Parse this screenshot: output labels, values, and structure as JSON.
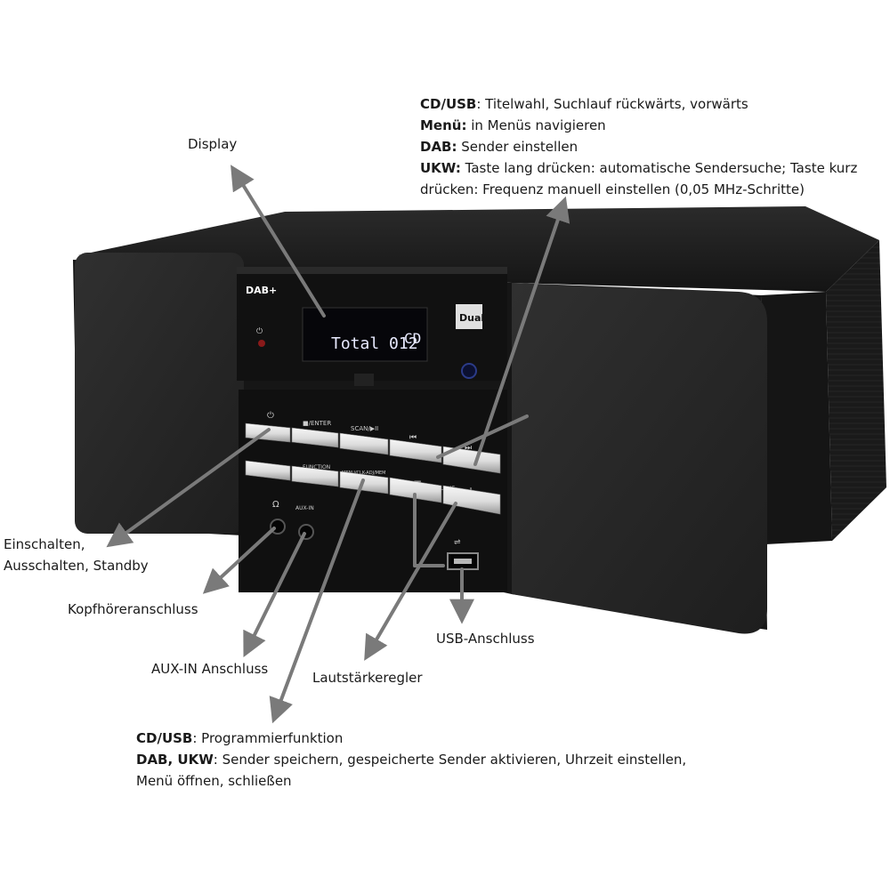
{
  "device": {
    "display_text": "Total 012",
    "display_mode": "CD",
    "brand": "Dual",
    "dab_logo": "DAB+",
    "button_labels": {
      "enter": "■/ENTER",
      "scan": "SCAN/▶II",
      "prev": "⏮",
      "next": "⏭",
      "function": "FUNCTION",
      "menu": "MENU/CLK-ADJ/MEM",
      "minus": "−",
      "volume": "VOLUME",
      "plus": "+",
      "aux_in": "AUX-IN",
      "power_symbol": "⏻",
      "eject_symbol": "▲"
    }
  },
  "annotations": {
    "display": "Display",
    "top_right": [
      {
        "bold": "CD/USB",
        "text": ": Titelwahl, Suchlauf rückwärts, vorwärts"
      },
      {
        "bold": "Menü:",
        "text": " in Menüs navigieren"
      },
      {
        "bold": "DAB:",
        "text": " Sender einstellen"
      },
      {
        "bold": "UKW:",
        "text": " Taste lang drücken: automatische Sendersuche; Taste kurz"
      },
      {
        "bold": "",
        "text": "drücken: Frequenz manuell einstellen (0,05 MHz-Schritte)"
      }
    ],
    "power_line1": "Einschalten,",
    "power_line2": "Ausschalten, Standby",
    "headphone": "Kopfhöreranschluss",
    "aux_in": "AUX-IN Anschluss",
    "volume": "Lautstärkeregler",
    "usb": "USB-Anschluss",
    "bottom": [
      {
        "bold": "CD/USB",
        "text": ": Programmierfunktion"
      },
      {
        "bold": "DAB, UKW",
        "text": ": Sender speichern, gespeicherte Sender aktivieren, Uhrzeit einstellen,"
      },
      {
        "bold": "",
        "text": "Menü öffnen, schließen"
      }
    ]
  },
  "colors": {
    "cabinet": "#1b1b1b",
    "speaker": "#2a2a2a",
    "button": "#e2e2e2",
    "display_bg": "#06060a",
    "display_text": "#e8eaff",
    "arrow": "#7a7a7a"
  }
}
